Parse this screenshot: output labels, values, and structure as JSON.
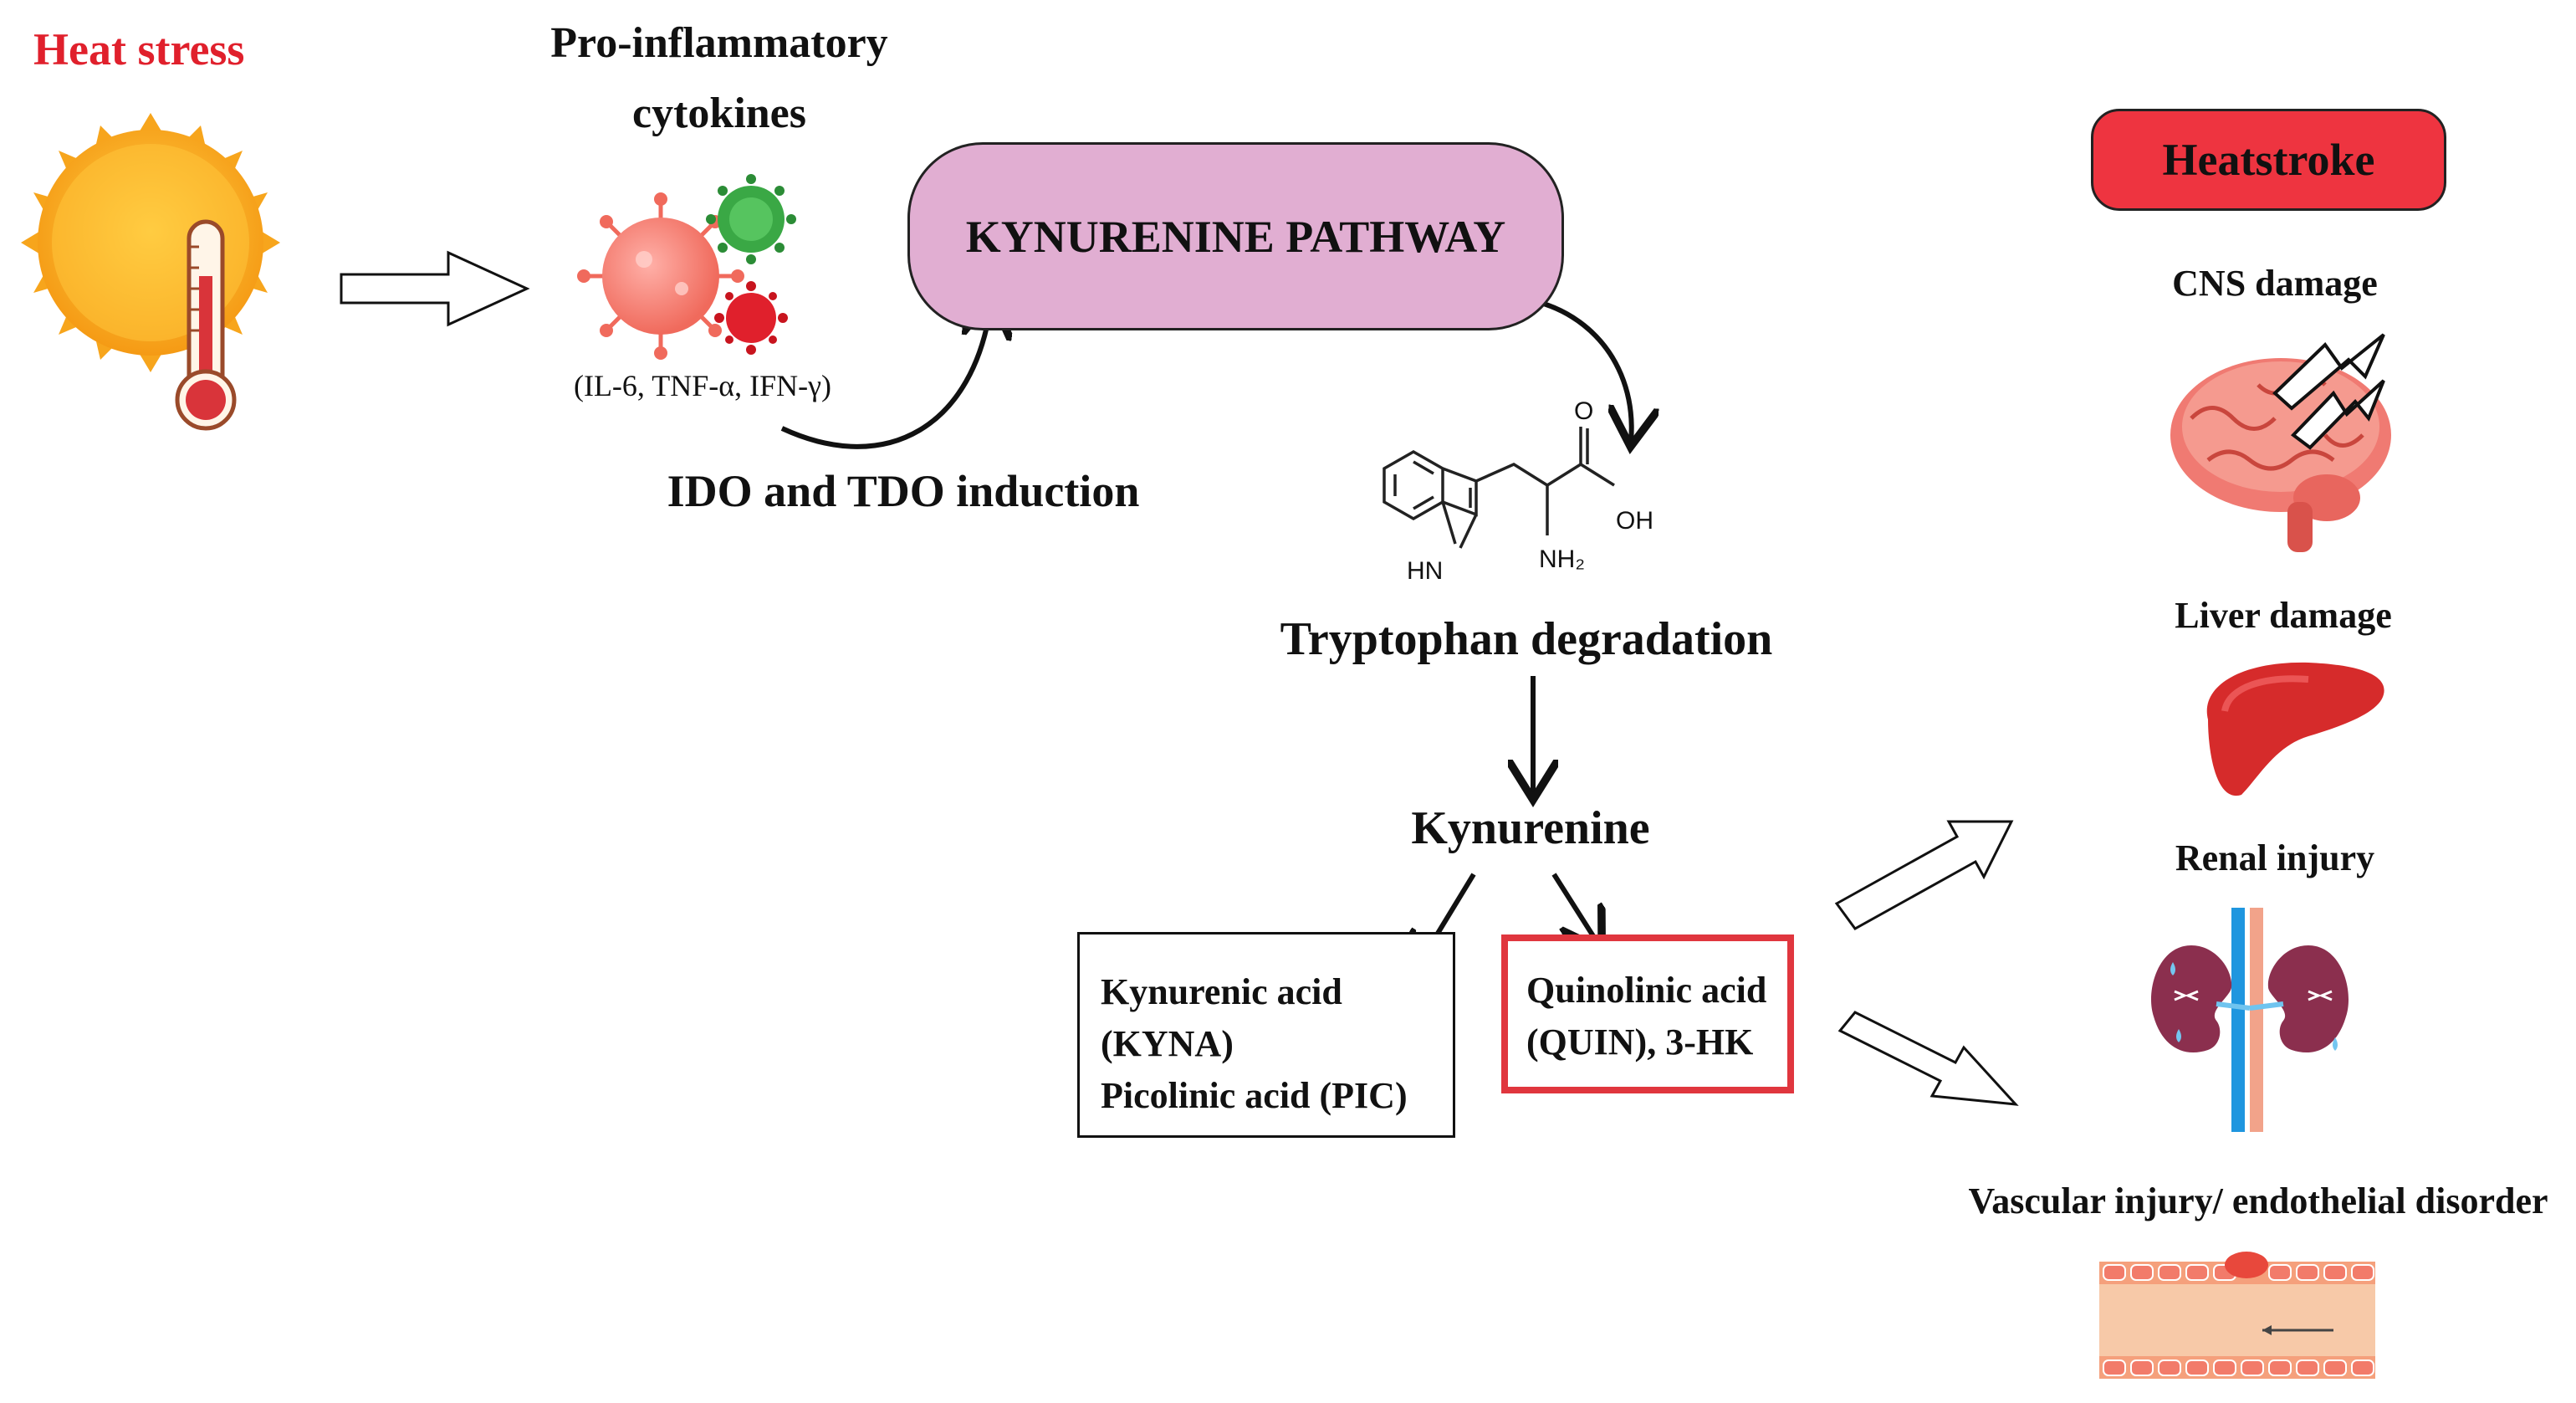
{
  "heat_stress": {
    "title": "Heat stress"
  },
  "cytokines": {
    "title_line1": "Pro-inflammatory",
    "title_line2": "cytokines",
    "list": "(IL-6, TNF-α, IFN-γ)"
  },
  "pathway": {
    "title": "KYNURENINE PATHWAY"
  },
  "induction": {
    "label": "IDO and TDO induction"
  },
  "tryptophan": {
    "label": "Tryptophan degradation",
    "atom_o": "O",
    "atom_oh": "OH",
    "atom_hn": "HN",
    "atom_nh2": "NH₂"
  },
  "kynurenine": {
    "label": "Kynurenine"
  },
  "kyna_box": {
    "line1": "Kynurenic acid",
    "line2": "(KYNA)",
    "line3": "Picolinic acid (PIC)"
  },
  "quin_box": {
    "line1": "Quinolinic acid",
    "line2": "(QUIN), 3-HK",
    "border_color": "#e0363e"
  },
  "heatstroke": {
    "title": "Heatstroke",
    "fill_color": "#ee3440",
    "outcomes": [
      {
        "label": "CNS damage",
        "icon": "brain-icon"
      },
      {
        "label": "Liver damage",
        "icon": "liver-icon"
      },
      {
        "label": "Renal injury",
        "icon": "kidney-icon"
      },
      {
        "label": "Vascular injury/ endothelial disorder",
        "icon": "blood-vessel-icon"
      }
    ]
  },
  "colors": {
    "accent_red": "#e0202c",
    "pathway_fill": "#e1aed2",
    "sun_orange": "#f7a51c"
  }
}
